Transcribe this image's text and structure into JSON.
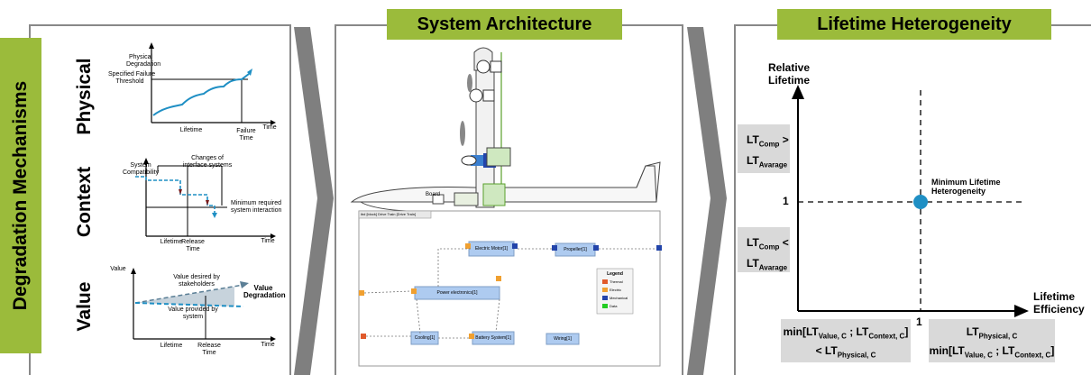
{
  "section1": {
    "side_title": "Degradation Mechanisms",
    "rows": {
      "physical": {
        "label": "Physical",
        "ylabel_l1": "Physical",
        "ylabel_l2": "Degradation",
        "threshold_l1": "Specified Failure",
        "threshold_l2": "Threshold",
        "x_lifetime": "Lifetime",
        "failure_l1": "Failure",
        "failure_l2": "Time",
        "xaxis": "Time"
      },
      "context": {
        "label": "Context",
        "ylabel_l1": "System",
        "ylabel_l2": "Compatibility",
        "changes_l1": "Changes of",
        "changes_l2": "interface systems",
        "min_l1": "Minimum required",
        "min_l2": "system interaction",
        "x_lifetime": "Lifetime",
        "release_l1": "Release",
        "release_l2": "Time",
        "xaxis": "Time"
      },
      "value": {
        "label": "Value",
        "ylabel": "Value",
        "desired_l1": "Value desired by",
        "desired_l2": "stakeholders",
        "degr_l1": "Value",
        "degr_l2": "Degradation",
        "provided_l1": "Value provided by",
        "provided_l2": "system",
        "x_lifetime": "Lifetime",
        "release_l1": "Release",
        "release_l2": "Time",
        "xaxis": "Time"
      }
    }
  },
  "section2": {
    "title": "System Architecture",
    "board_label": "Board",
    "diagram_header": "ibd [block] Drive Train [Drive Train]",
    "blocks": {
      "electric_motor": "Electric Motor[1]",
      "propeller": "Propeller[1]",
      "power_electronics": "Power electronics[1]",
      "cooling": "Cooling[1]",
      "battery": "Battery System[1]",
      "wiring": "Wiring[1]"
    },
    "legend": {
      "title": "Legend",
      "items": [
        "Thermal",
        "Electric",
        "Mechanical",
        "Data"
      ]
    },
    "colors": {
      "thermal": "#e05a2b",
      "electric": "#f0a030",
      "mechanical": "#2244aa",
      "data": "#22cc22",
      "block": "#aecbf0"
    }
  },
  "section3": {
    "title": "Lifetime Heterogeneity",
    "yaxis_l1": "Relative",
    "yaxis_l2": "Lifetime",
    "xaxis_l1": "Lifetime",
    "xaxis_l2": "Efficiency",
    "tick_y": "1",
    "tick_x": "1",
    "point_l1": "Minimum Lifetime",
    "point_l2": "Heterogeneity",
    "upper_box": {
      "a": "LT",
      "a_sub": "Comp",
      "op": ">",
      "b": "LT",
      "b_sub": "Avarage"
    },
    "lower_box": {
      "a": "LT",
      "a_sub": "Comp",
      "op": "<",
      "b": "LT",
      "b_sub": "Avarage"
    },
    "bottom_left": {
      "l1_pre": "min[LT",
      "l1_sub1": "Value, C",
      "l1_mid": " ; LT",
      "l1_sub2": "Context, C",
      "l1_post": "]",
      "l2_pre": "< LT",
      "l2_sub": "Physical, C"
    },
    "bottom_right": {
      "l1_pre": "LT",
      "l1_sub": "Physical, C",
      "l2_pre": "min[LT",
      "l2_sub1": "Value, C",
      "l2_mid": " ; LT",
      "l2_sub2": "Context, C",
      "l2_post": "]"
    },
    "point_color": "#1f8fc4"
  },
  "accent": "#9bbb3b"
}
